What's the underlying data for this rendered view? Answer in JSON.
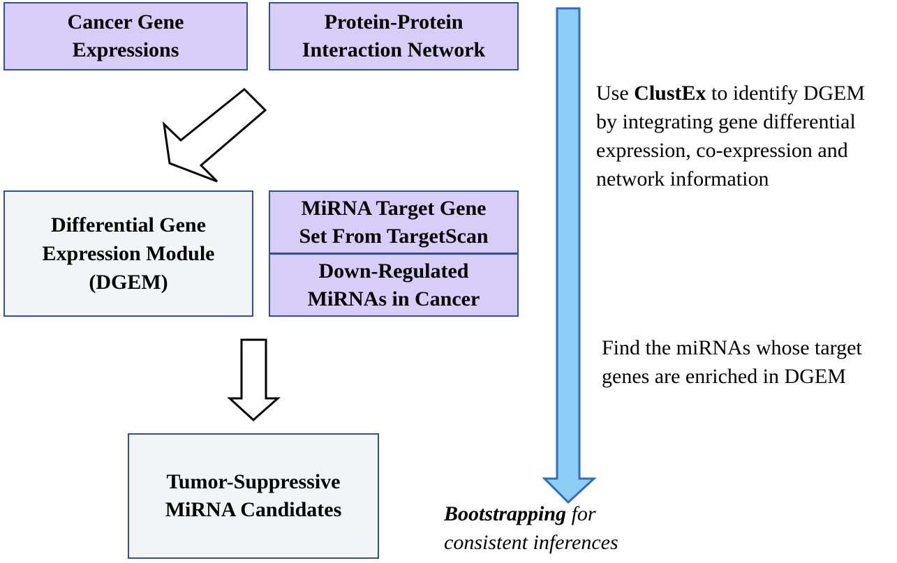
{
  "boxes": {
    "cancer_gene_expressions": "Cancer Gene\nExpressions",
    "ppi_network": "Protein-Protein\nInteraction Network",
    "dgem": "Differential Gene\nExpression Module\n(DGEM)",
    "mirna_target_set": "MiRNA Target Gene\nSet From TargetScan",
    "down_regulated_mirnas": "Down-Regulated\nMiRNAs in Cancer",
    "tumor_suppressive": "Tumor-Suppressive\nMiRNA Candidates"
  },
  "notes": {
    "clustex_prefix": "Use ",
    "clustex_bold": "ClustEx",
    "clustex_suffix": " to identify DGEM\nby integrating gene differential\nexpression, co-expression and\nnetwork information",
    "find_mirnas": "Find the miRNAs whose target\ngenes are enriched in DGEM",
    "bootstrap_bold": "Bootstrapping",
    "bootstrap_rest": " for\nconsistent inferences"
  },
  "colors": {
    "box_purple": "#d8cdf6",
    "box_grey": "#f2f5f6",
    "box_border": "#2f4fa3",
    "timeline_arrow": "#8ecdf5"
  }
}
